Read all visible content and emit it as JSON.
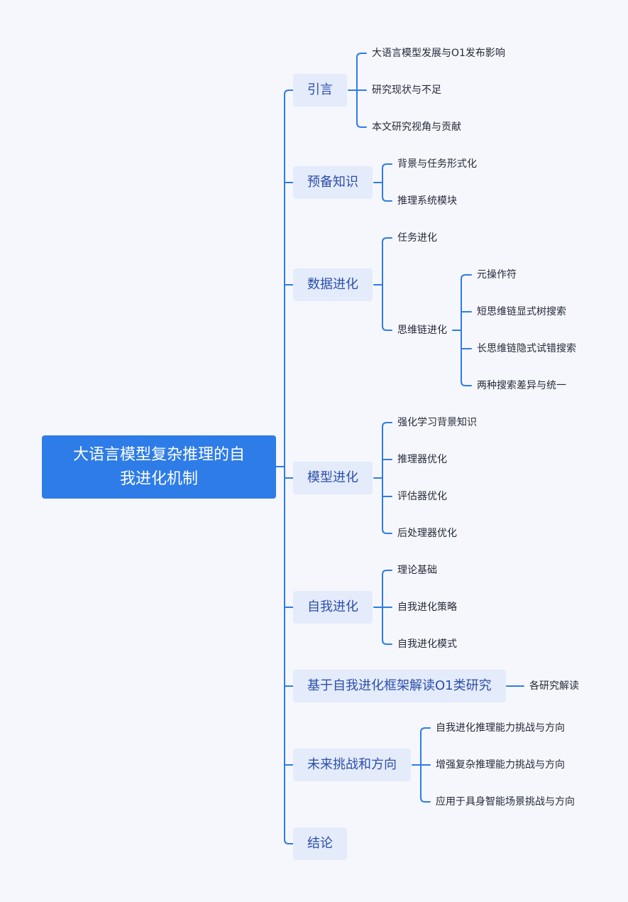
{
  "colors": {
    "background": "#f6f7fc",
    "root": "#2e7ce8",
    "branch": "#e4ebfb",
    "branch_text": "#2b4fa8",
    "line": "#2e7ce8",
    "leaf_text": "#252a3a"
  },
  "root": {
    "line1": "大语言模型复杂推理的自",
    "line2": "我进化机制"
  },
  "branches": [
    {
      "label": "引言",
      "children": [
        "大语言模型发展与O1发布影响",
        "研究现状与不足",
        "本文研究视角与贡献"
      ]
    },
    {
      "label": "预备知识",
      "children": [
        "背景与任务形式化",
        "推理系统模块"
      ]
    },
    {
      "label": "数据进化",
      "children": [
        "任务进化",
        "思维链进化"
      ],
      "sub": [
        "元操作符",
        "短思维链显式树搜索",
        "长思维链隐式试错搜索",
        "两种搜索差异与统一"
      ]
    },
    {
      "label": "模型进化",
      "children": [
        "强化学习背景知识",
        "推理器优化",
        "评估器优化",
        "后处理器优化"
      ]
    },
    {
      "label": "自我进化",
      "children": [
        "理论基础",
        "自我进化策略",
        "自我进化模式"
      ]
    },
    {
      "label": "基于自我进化框架解读O1类研究",
      "children": [
        "各研究解读"
      ]
    },
    {
      "label": "未来挑战和方向",
      "children": [
        "自我进化推理能力挑战与方向",
        "增强复杂推理能力挑战与方向",
        "应用于具身智能场景挑战与方向"
      ]
    },
    {
      "label": "结论",
      "children": []
    }
  ]
}
